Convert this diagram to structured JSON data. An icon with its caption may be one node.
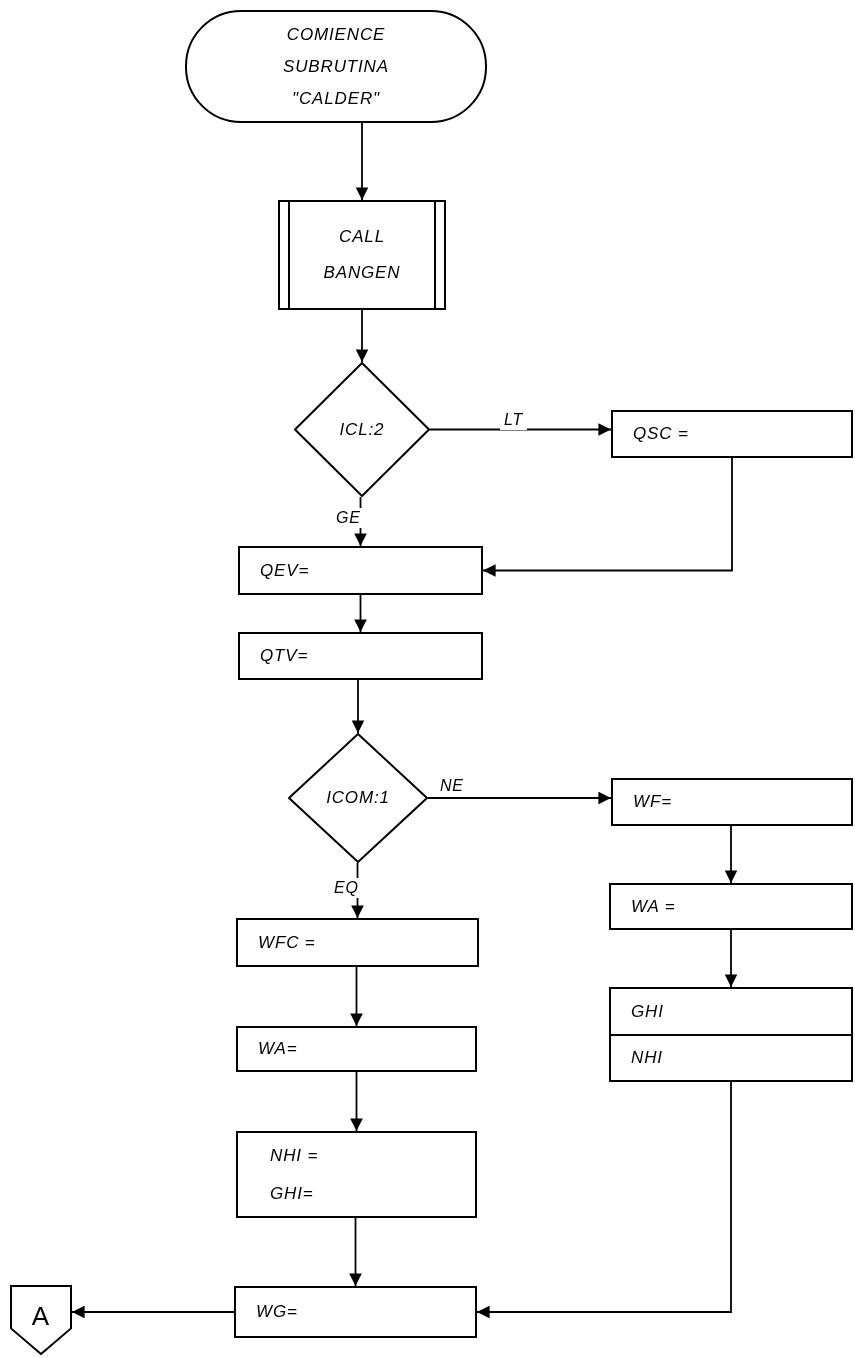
{
  "diagram": {
    "nodes": [
      {
        "text": [
          "COMIENCE SUBRUTINA \"CALDER\""
        ]
      },
      {
        "text": [
          "CALL BANGEN"
        ]
      },
      {
        "text": [
          "ICL:2"
        ]
      },
      {
        "text": [
          "QSC ="
        ]
      },
      {
        "text": [
          "QEV="
        ]
      },
      {
        "text": [
          "QTV="
        ]
      },
      {
        "text": [
          "ICOM:1"
        ]
      },
      {
        "text": [
          "WF="
        ]
      },
      {
        "text": [
          "WFC ="
        ]
      },
      {
        "text": [
          "WA ="
        ]
      },
      {
        "text": [
          "WA="
        ]
      },
      {
        "text": [
          "GHI",
          "NHI"
        ]
      },
      {
        "text": [
          "NHI =",
          "GHI="
        ]
      },
      {
        "text": [
          "WG="
        ]
      },
      {
        "text": [
          "A"
        ]
      }
    ],
    "edges": [
      {
        "from": 0,
        "to": 1,
        "arrow": "to"
      },
      {
        "from": 1,
        "to": 2,
        "arrow": "to"
      },
      {
        "from": 2,
        "to": 3,
        "arrow": "to",
        "label": "LT"
      },
      {
        "from": 2,
        "to": 4,
        "arrow": "to",
        "label": "GE"
      },
      {
        "from": 3,
        "to": 4,
        "arrow": "to"
      },
      {
        "from": 4,
        "to": 5,
        "arrow": "to"
      },
      {
        "from": 5,
        "to": 6,
        "arrow": "to"
      },
      {
        "from": 6,
        "to": 7,
        "arrow": "to",
        "label": "NE"
      },
      {
        "from": 6,
        "to": 8,
        "arrow": "to",
        "label": "EQ"
      },
      {
        "from": 7,
        "to": 9,
        "arrow": "to"
      },
      {
        "from": 9,
        "to": 11,
        "arrow": "to"
      },
      {
        "from": 8,
        "to": 10,
        "arrow": "to"
      },
      {
        "from": 10,
        "to": 12,
        "arrow": "to"
      },
      {
        "from": 12,
        "to": 13,
        "arrow": "to"
      },
      {
        "from": 11,
        "to": 13,
        "arrow": "to"
      },
      {
        "from": 13,
        "to": 14,
        "arrow": "to"
      }
    ]
  }
}
